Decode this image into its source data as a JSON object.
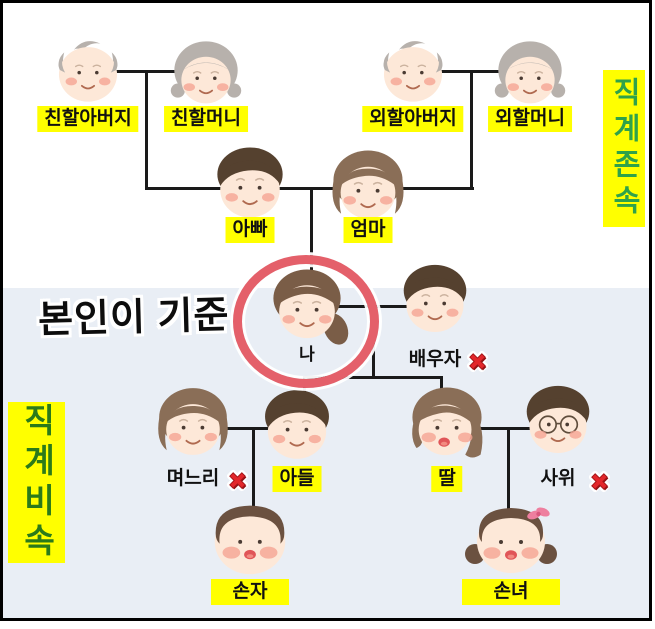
{
  "annotations": {
    "self_note": "본인이 기준"
  },
  "section_labels": {
    "ascendants": "직계존속",
    "descendants": "직계비속"
  },
  "colors": {
    "highlight": "#ffff00",
    "ascendants_text": "#2fa24a",
    "descendants_text": "#2b7a1a",
    "ring_red": "#e4606a",
    "x_mark_red": "#e3272b",
    "x_mark_dark": "#8e1013",
    "bottom_bg": "#e9eef5",
    "line": "#1a1a1a"
  },
  "people": [
    {
      "id": "paternal-grandfather",
      "label": "친할아버지",
      "highlighted": true,
      "x_mark": false,
      "circled": false
    },
    {
      "id": "paternal-grandmother",
      "label": "친할머니",
      "highlighted": true,
      "x_mark": false,
      "circled": false
    },
    {
      "id": "maternal-grandfather",
      "label": "외할아버지",
      "highlighted": true,
      "x_mark": false,
      "circled": false
    },
    {
      "id": "maternal-grandmother",
      "label": "외할머니",
      "highlighted": true,
      "x_mark": false,
      "circled": false
    },
    {
      "id": "dad",
      "label": "아빠",
      "highlighted": true,
      "x_mark": false,
      "circled": false
    },
    {
      "id": "mom",
      "label": "엄마",
      "highlighted": true,
      "x_mark": false,
      "circled": false
    },
    {
      "id": "me",
      "label": "나",
      "highlighted": false,
      "x_mark": false,
      "circled": true
    },
    {
      "id": "spouse",
      "label": "배우자",
      "highlighted": false,
      "x_mark": true,
      "circled": false
    },
    {
      "id": "daughter-in-law",
      "label": "며느리",
      "highlighted": false,
      "x_mark": true,
      "circled": false
    },
    {
      "id": "son",
      "label": "아들",
      "highlighted": true,
      "x_mark": false,
      "circled": false
    },
    {
      "id": "daughter",
      "label": "딸",
      "highlighted": true,
      "x_mark": false,
      "circled": false
    },
    {
      "id": "son-in-law",
      "label": "사위",
      "highlighted": false,
      "x_mark": true,
      "circled": false
    },
    {
      "id": "grandson",
      "label": "손자",
      "highlighted": true,
      "x_mark": false,
      "circled": false
    },
    {
      "id": "granddaughter",
      "label": "손녀",
      "highlighted": true,
      "x_mark": false,
      "circled": false
    }
  ]
}
